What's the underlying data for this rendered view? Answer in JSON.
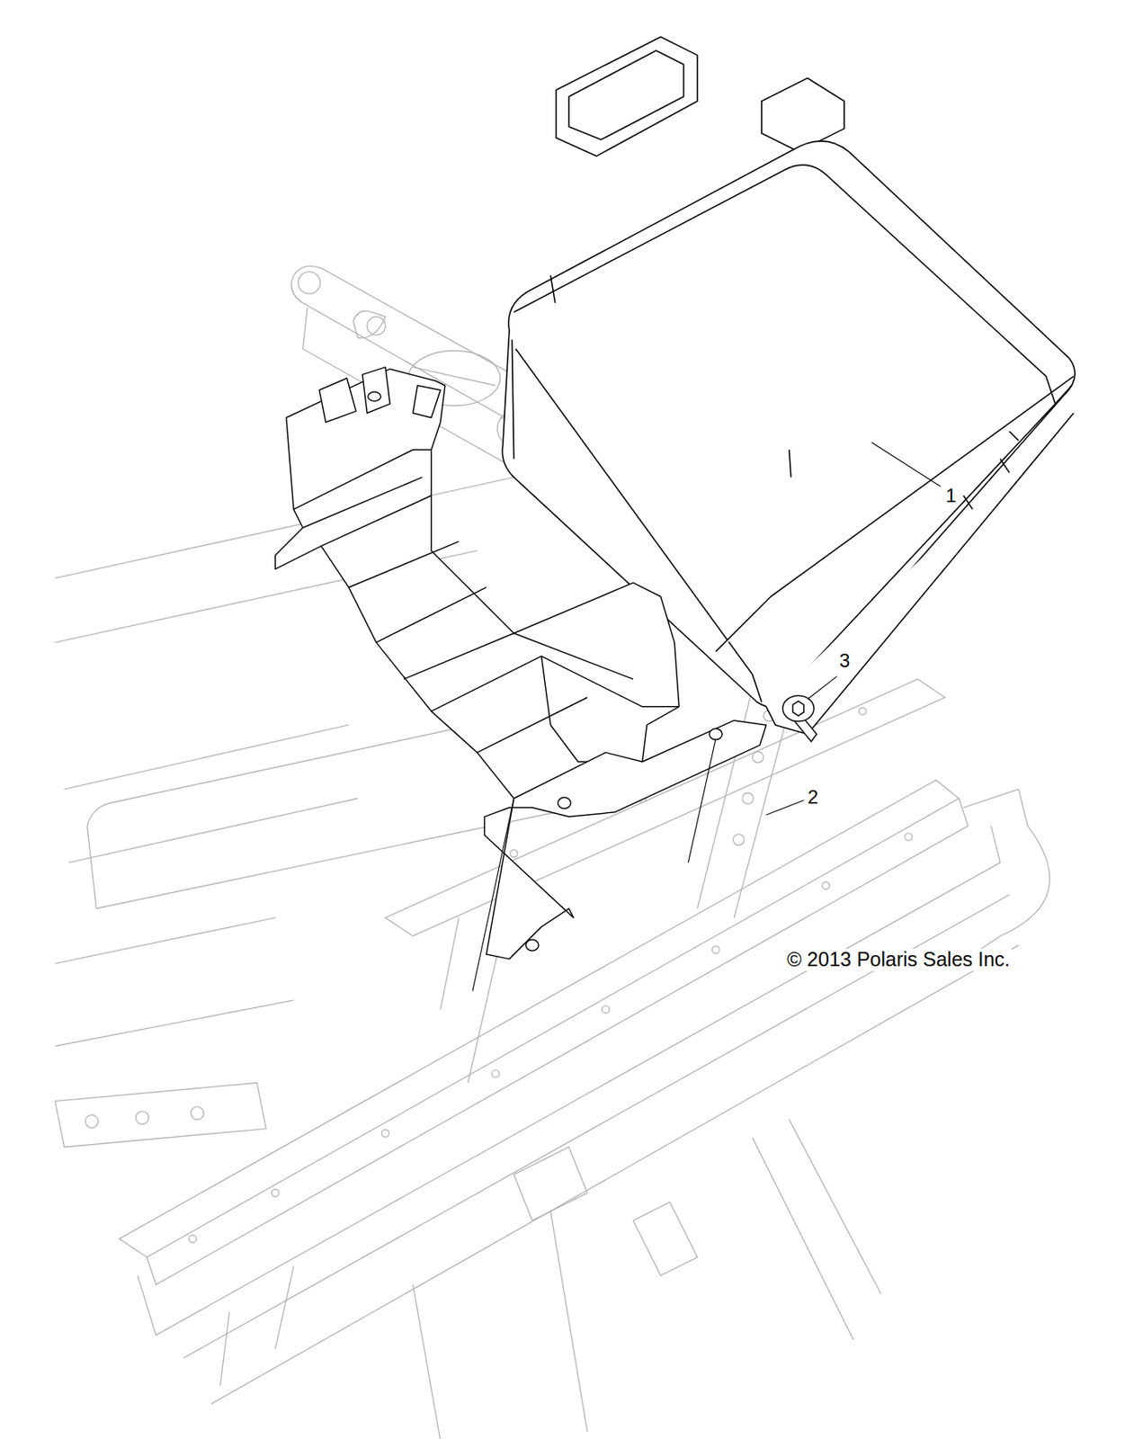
{
  "diagram": {
    "labels": [
      "1",
      "2",
      "3",
      "© 2013 Polaris Sales Inc."
    ]
  }
}
